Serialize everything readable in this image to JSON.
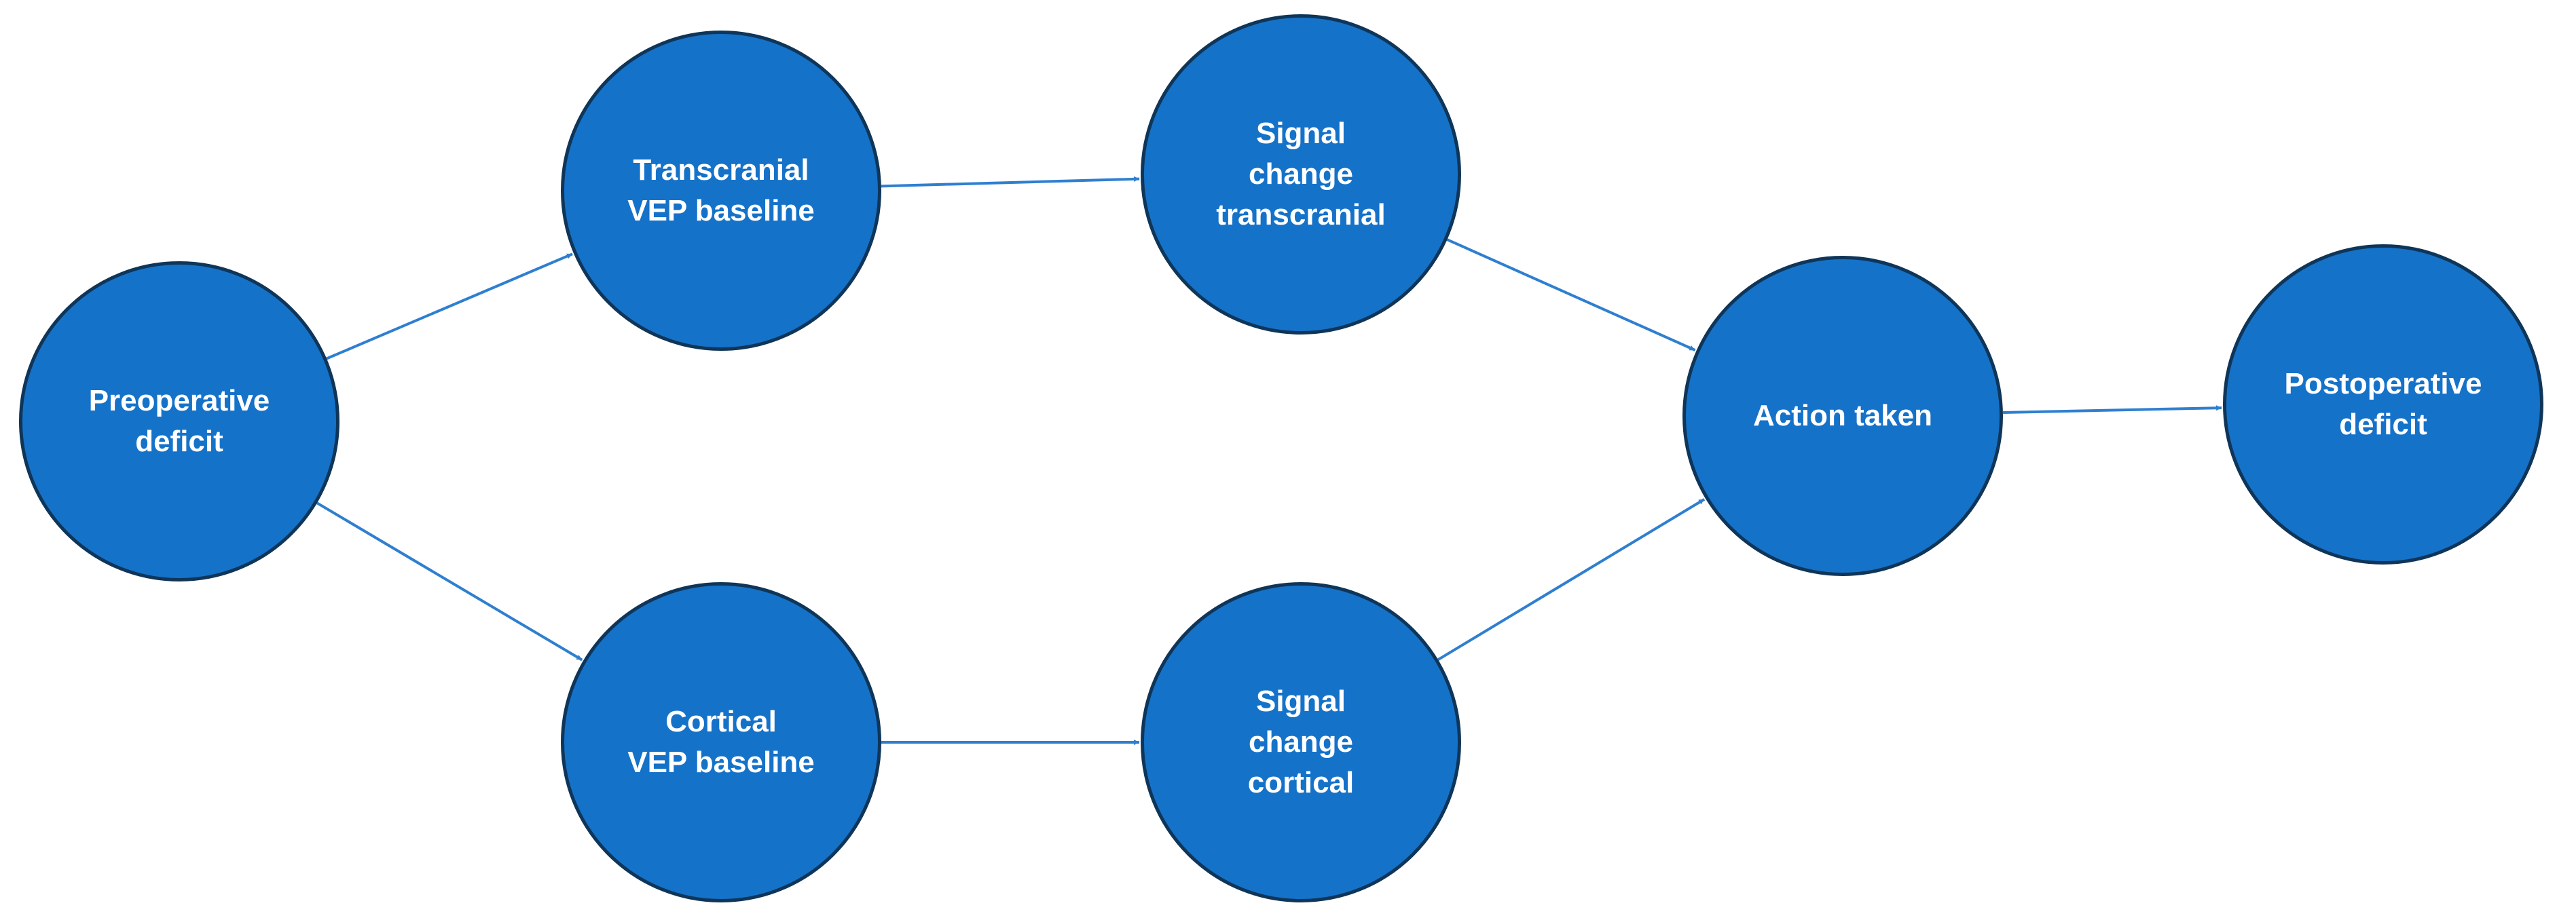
{
  "colors": {
    "node_fill": "#1572c9",
    "node_border": "#0f3558",
    "edge": "#2f7fd0",
    "label": "#ffffff"
  },
  "nodes": {
    "preoperative": {
      "label": "Preoperative\ndeficit"
    },
    "transcranial_baseline": {
      "label": "Transcranial\nVEP baseline"
    },
    "cortical_baseline": {
      "label": "Cortical\nVEP baseline"
    },
    "signal_transcranial": {
      "label": "Signal\nchange\ntranscranial"
    },
    "signal_cortical": {
      "label": "Signal\nchange\ncortical"
    },
    "action_taken": {
      "label": "Action taken"
    },
    "postoperative": {
      "label": "Postoperative\ndeficit"
    }
  },
  "edges": [
    {
      "from": "preoperative",
      "to": "transcranial_baseline"
    },
    {
      "from": "preoperative",
      "to": "cortical_baseline"
    },
    {
      "from": "transcranial_baseline",
      "to": "signal_transcranial"
    },
    {
      "from": "cortical_baseline",
      "to": "signal_cortical"
    },
    {
      "from": "signal_transcranial",
      "to": "action_taken"
    },
    {
      "from": "signal_cortical",
      "to": "action_taken"
    },
    {
      "from": "action_taken",
      "to": "postoperative"
    }
  ]
}
